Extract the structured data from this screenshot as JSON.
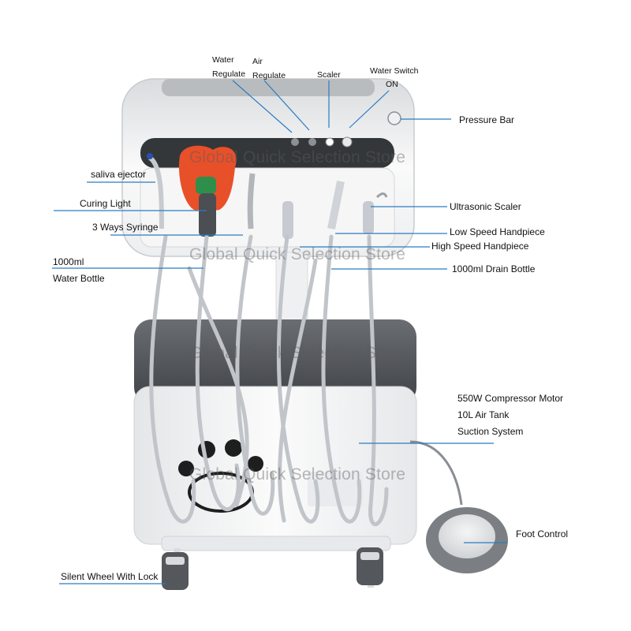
{
  "labels": {
    "water_regulate_1": "Water",
    "water_regulate_2": "Regulate",
    "air_regulate_1": "Air",
    "air_regulate_2": "Regulate",
    "scaler": "Scaler",
    "water_switch_1": "Water Switch",
    "water_switch_2": "ON",
    "pressure_bar": "Pressure Bar",
    "saliva_ejector": "saliva ejector",
    "curing_light": "Curing Light",
    "three_way_syringe": "3 Ways Syringe",
    "water_bottle_1": "1000ml",
    "water_bottle_2": "Water Bottle",
    "ultrasonic_scaler": "Ultrasonic Scaler",
    "low_speed_handpiece": "Low Speed Handpiece",
    "high_speed_handpiece": "High Speed Handpiece",
    "drain_bottle": "1000ml Drain Bottle",
    "compressor_motor": "550W Compressor Motor",
    "air_tank": "10L Air Tank",
    "suction_system": "Suction System",
    "foot_control": "Foot Control",
    "silent_wheel": "Silent Wheel With Lock"
  },
  "watermark": "Global Quick Selection Store",
  "colors": {
    "line": "#2b7cc1",
    "body": "#f3f3f3",
    "dark_panel": "#5a5d61",
    "orange": "#e8502a",
    "hose": "#bfc3c8",
    "foot_pedal": "#7b7f83"
  }
}
